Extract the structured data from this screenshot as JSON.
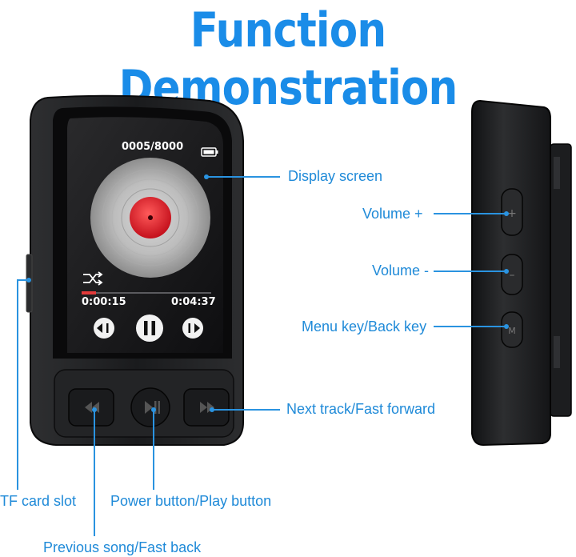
{
  "header": {
    "title": "Function Demonstration"
  },
  "screen": {
    "track_counter": "0005/8000",
    "elapsed_time": "0:00:15",
    "total_time": "0:04:37"
  },
  "callouts": {
    "display_screen": "Display screen",
    "volume_up": "Volume +",
    "volume_down": "Volume -",
    "menu_back": "Menu key/Back key",
    "next_track": "Next track/Fast forward",
    "tf_slot": "TF card slot",
    "power_play": "Power button/Play button",
    "previous_song": "Previous song/Fast back"
  },
  "colors": {
    "accent": "#1a8ce8",
    "line": "#2a93e0",
    "device": "#1b1c1e"
  }
}
